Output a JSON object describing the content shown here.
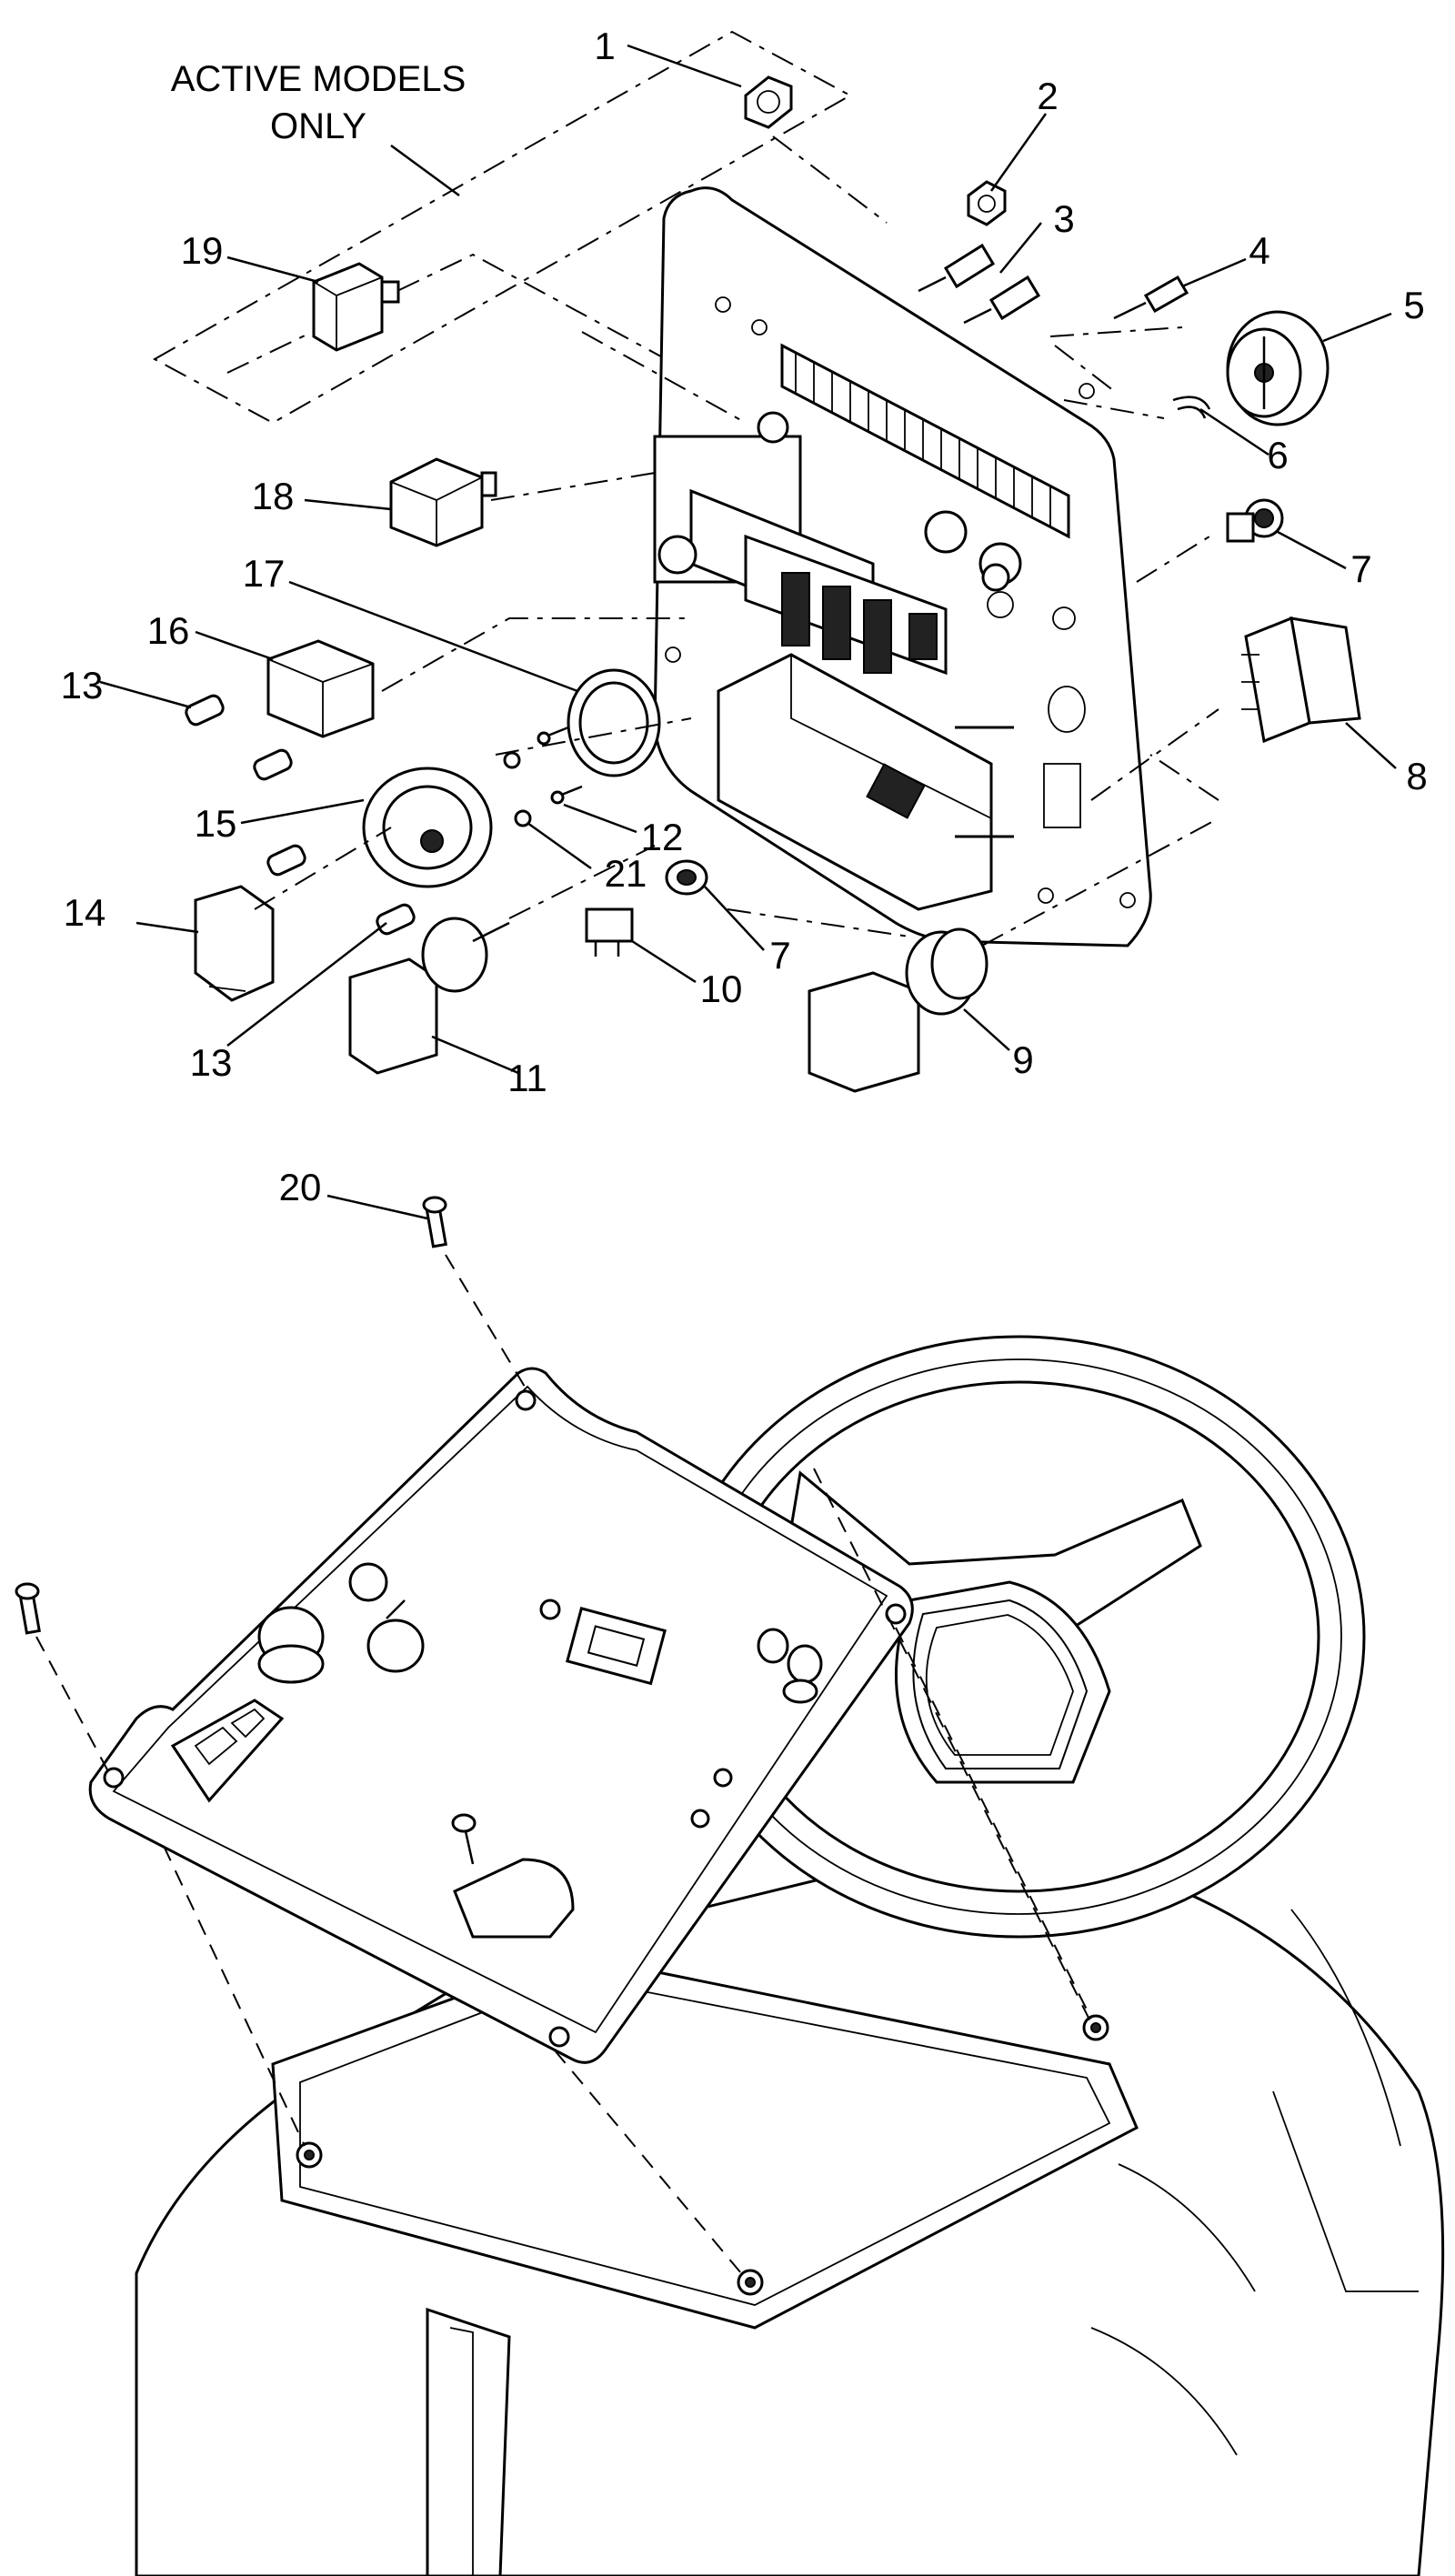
{
  "note": {
    "line1": "ACTIVE MODELS",
    "line2": "ONLY"
  },
  "callouts": [
    {
      "id": "c1",
      "text": "1"
    },
    {
      "id": "c2",
      "text": "2"
    },
    {
      "id": "c3",
      "text": "3"
    },
    {
      "id": "c4",
      "text": "4"
    },
    {
      "id": "c5",
      "text": "5"
    },
    {
      "id": "c6",
      "text": "6"
    },
    {
      "id": "c7a",
      "text": "7"
    },
    {
      "id": "c7b",
      "text": "7"
    },
    {
      "id": "c8",
      "text": "8"
    },
    {
      "id": "c9",
      "text": "9"
    },
    {
      "id": "c10",
      "text": "10"
    },
    {
      "id": "c11",
      "text": "11"
    },
    {
      "id": "c12",
      "text": "12"
    },
    {
      "id": "c13a",
      "text": "13"
    },
    {
      "id": "c13b",
      "text": "13"
    },
    {
      "id": "c14",
      "text": "14"
    },
    {
      "id": "c15",
      "text": "15"
    },
    {
      "id": "c16",
      "text": "16"
    },
    {
      "id": "c17",
      "text": "17"
    },
    {
      "id": "c18",
      "text": "18"
    },
    {
      "id": "c19",
      "text": "19"
    },
    {
      "id": "c20",
      "text": "20"
    },
    {
      "id": "c21",
      "text": "21"
    }
  ]
}
